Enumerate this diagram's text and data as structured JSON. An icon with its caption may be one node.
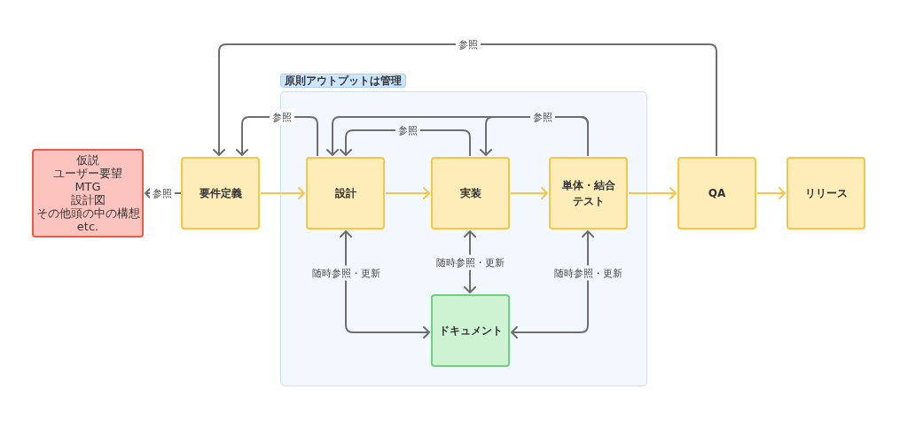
{
  "diagram": {
    "nodes": [
      {
        "text": [
          "原則アウトプットは管理"
        ]
      },
      {
        "text": [
          "仮説",
          "ユーザー要望",
          "MTG",
          "設計図",
          "その他頭の中の構想",
          "etc."
        ]
      },
      {
        "text": [
          "要件定義"
        ]
      },
      {
        "text": [
          "設計"
        ],
        "in": 0
      },
      {
        "text": [
          "実装"
        ],
        "in": 0
      },
      {
        "text": [
          "単体・結合テスト"
        ],
        "in": 0
      },
      {
        "text": [
          "QA"
        ]
      },
      {
        "text": [
          "リリース"
        ]
      },
      {
        "text": [
          "ドキュメント"
        ],
        "in": 0
      }
    ],
    "edges": [
      {
        "from": 2,
        "to": 1,
        "arrow": "to",
        "label": "参照"
      },
      {
        "from": 2,
        "to": 3,
        "arrow": "to",
        "color": "#f7c548"
      },
      {
        "from": 3,
        "to": 4,
        "arrow": "to",
        "color": "#f7c548"
      },
      {
        "from": 4,
        "to": 5,
        "arrow": "to",
        "color": "#f7c548"
      },
      {
        "from": 5,
        "to": 6,
        "arrow": "to",
        "color": "#f7c548"
      },
      {
        "from": 6,
        "to": 7,
        "arrow": "to",
        "color": "#f7c548"
      },
      {
        "from": 6,
        "to": 2,
        "arrow": "to",
        "label": "参照"
      },
      {
        "from": 3,
        "to": 2,
        "arrow": "to",
        "label": "参照"
      },
      {
        "from": 4,
        "to": 3,
        "arrow": "to",
        "label": "参照"
      },
      {
        "from": 5,
        "to": 3,
        "arrow": "to",
        "label": "参照"
      },
      {
        "from": 5,
        "to": 4,
        "arrow": "to"
      },
      {
        "from": 3,
        "to": 8,
        "arrow": "both",
        "label": "随時参照・更新"
      },
      {
        "from": 4,
        "to": 8,
        "arrow": "both",
        "label": "随時参照・更新"
      },
      {
        "from": 5,
        "to": 8,
        "arrow": "both",
        "label": "随時参照・更新"
      }
    ]
  }
}
